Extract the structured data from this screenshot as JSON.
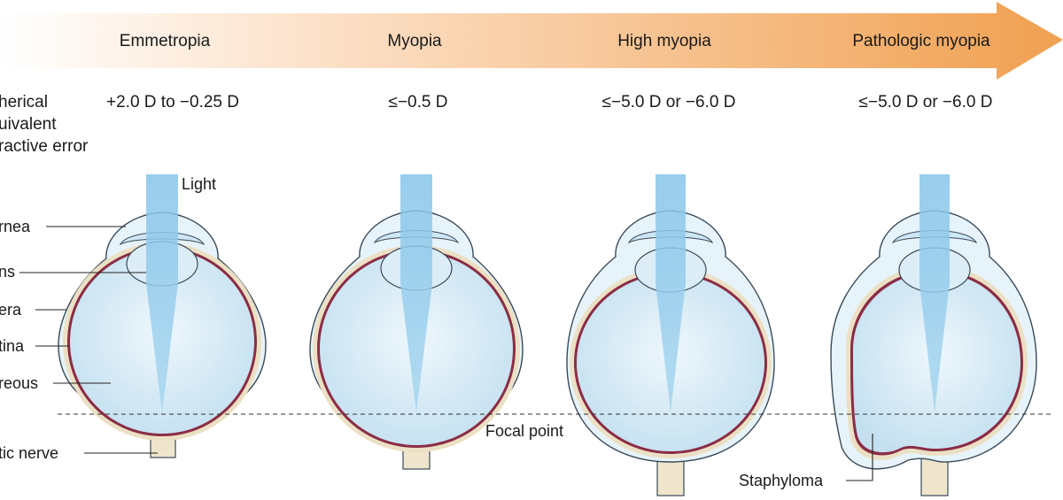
{
  "arrow": {
    "stages": [
      "Emmetropia",
      "Myopia",
      "High myopia",
      "Pathologic myopia"
    ]
  },
  "refraction": {
    "label_lines": [
      "herical",
      "uivalent",
      "ractive error"
    ],
    "values": [
      "+2.0 D to −0.25 D",
      "≤−0.5 D",
      "≤−5.0 D or −6.0 D",
      "≤−5.0 D or −6.0 D"
    ]
  },
  "labels": {
    "light": "Light",
    "cornea": "rnea",
    "lens": "ns",
    "sclera": "era",
    "retina": "tina",
    "vitreous": "reous",
    "optic_nerve": "tic nerve",
    "focal_point": "Focal point",
    "staphyloma": "Staphyloma"
  },
  "colors": {
    "arrow_start": "#ffffff",
    "arrow_end": "#f0a050",
    "light_beam": "#8dc8ea",
    "vitreous": "#d8edf7",
    "outer_coat": "#e6f3fa",
    "sclera": "#ece0c4",
    "retina": "#8b2d45",
    "eye_outline": "#3a4a5a",
    "nerve": "#efe5cc"
  }
}
